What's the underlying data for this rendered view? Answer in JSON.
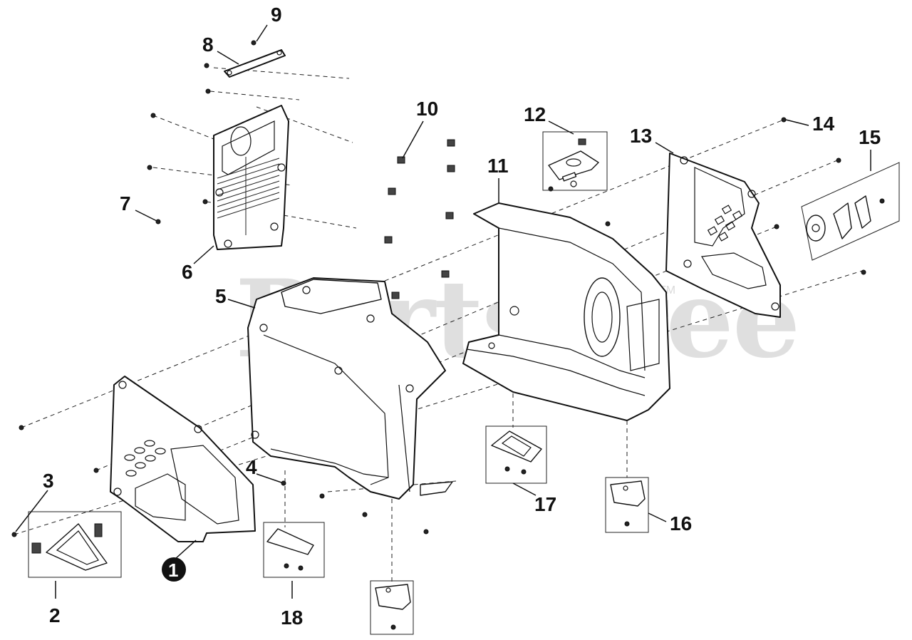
{
  "watermark": {
    "text": "PartsTree",
    "trademark": "TM"
  },
  "callouts": [
    {
      "id": "1",
      "text": "1"
    },
    {
      "id": "2",
      "text": "2"
    },
    {
      "id": "3",
      "text": "3"
    },
    {
      "id": "4",
      "text": "4"
    },
    {
      "id": "5",
      "text": "5"
    },
    {
      "id": "6",
      "text": "6"
    },
    {
      "id": "7",
      "text": "7"
    },
    {
      "id": "8",
      "text": "8"
    },
    {
      "id": "9",
      "text": "9"
    },
    {
      "id": "10",
      "text": "10"
    },
    {
      "id": "11",
      "text": "11"
    },
    {
      "id": "12",
      "text": "12"
    },
    {
      "id": "13",
      "text": "13"
    },
    {
      "id": "14",
      "text": "14"
    },
    {
      "id": "15",
      "text": "15"
    },
    {
      "id": "16",
      "text": "16"
    },
    {
      "id": "17",
      "text": "17"
    },
    {
      "id": "18",
      "text": "18"
    }
  ]
}
